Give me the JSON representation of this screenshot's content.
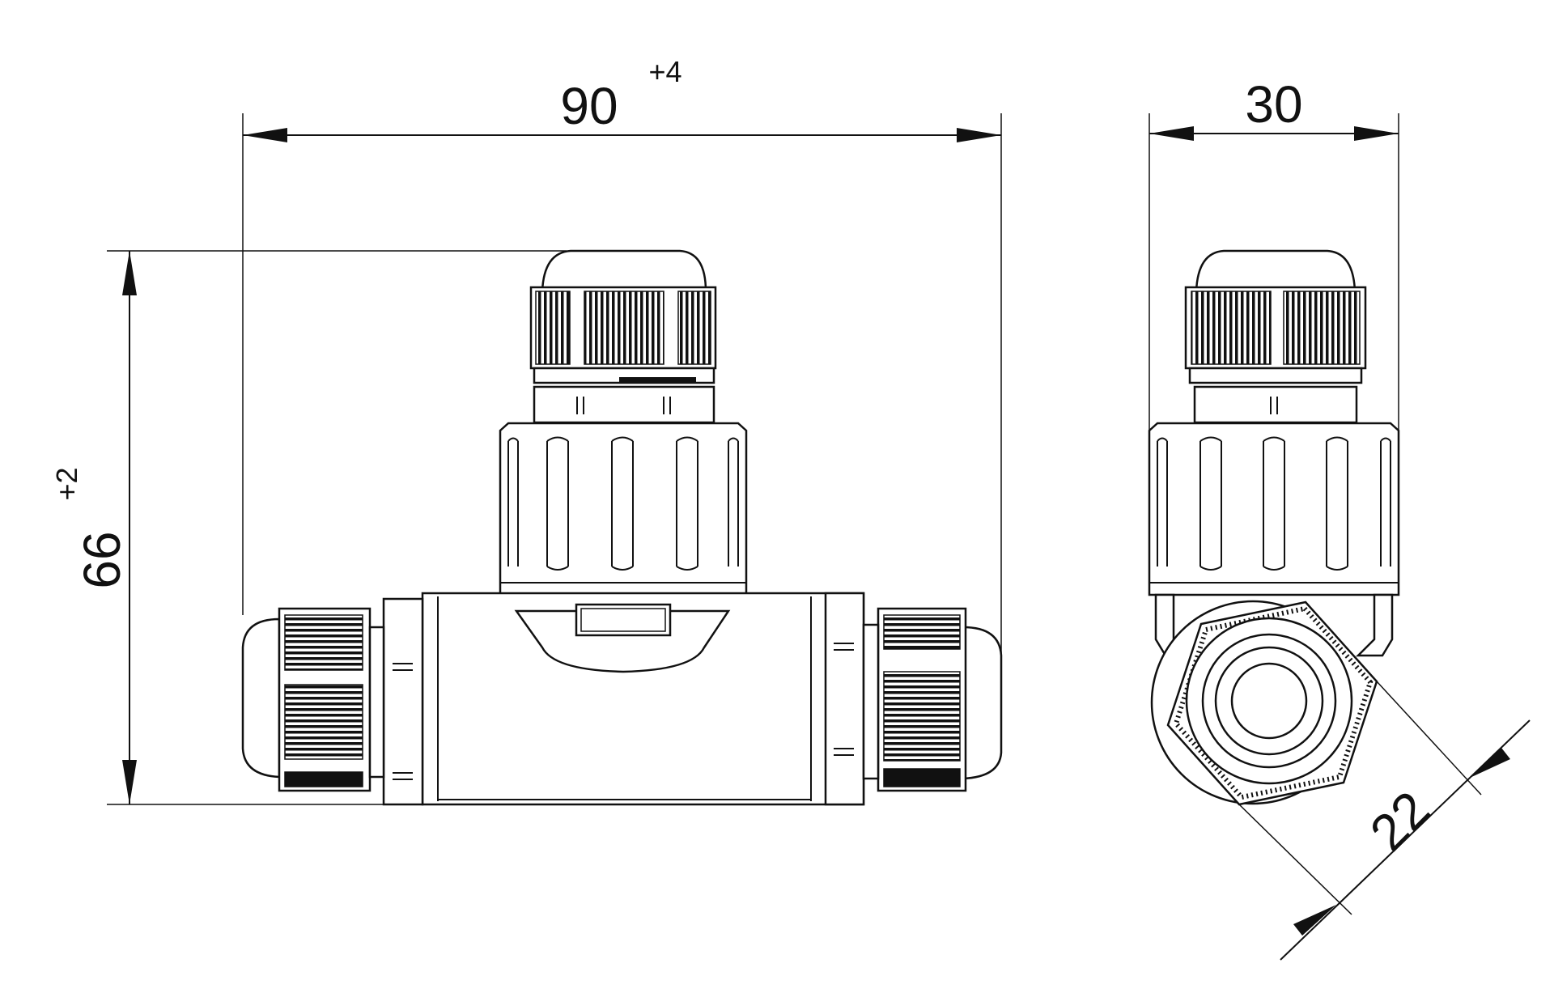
{
  "dimensions": {
    "width": {
      "value": "90",
      "tolerance": "+4"
    },
    "height": {
      "value": "66",
      "tolerance": "+2"
    },
    "depth": {
      "value": "30"
    },
    "nut_across_flats": {
      "value": "22"
    }
  },
  "colors": {
    "ink": "#111111",
    "paper": "#ffffff"
  }
}
